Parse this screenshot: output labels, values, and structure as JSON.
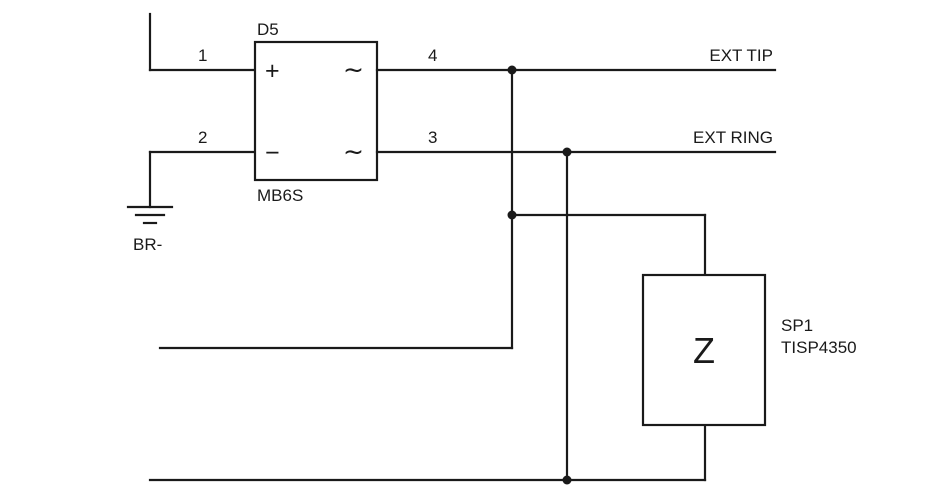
{
  "schematic": {
    "bridge": {
      "ref": "D5",
      "part": "MB6S",
      "pins": {
        "p1": "1",
        "p2": "2",
        "p3": "3",
        "p4": "4"
      },
      "symbols": {
        "plus": "+",
        "minus": "−",
        "ac_top": "∼",
        "ac_bottom": "∼"
      }
    },
    "ground_label": "BR-",
    "nets": {
      "ext_tip": "EXT TIP",
      "ext_ring": "EXT RING"
    },
    "suppressor": {
      "ref": "SP1",
      "part": "TISP4350",
      "symbol": "Z"
    },
    "colors": {
      "wire": "#1a1a1a",
      "background": "#ffffff"
    }
  }
}
